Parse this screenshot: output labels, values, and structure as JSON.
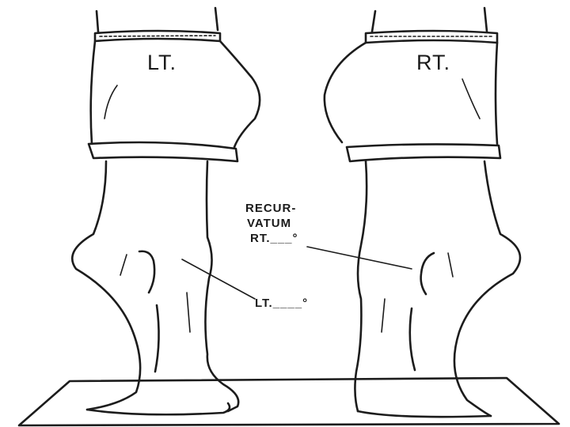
{
  "diagram": {
    "left_side_label": "LT.",
    "right_side_label": "RT.",
    "recurvatum_line1": "RECUR-",
    "recurvatum_line2": "VATUM",
    "right_measure": "RT.___°",
    "left_measure": "LT.____°"
  },
  "colors": {
    "ink": "#1c1c1c",
    "paper": "#ffffff"
  }
}
